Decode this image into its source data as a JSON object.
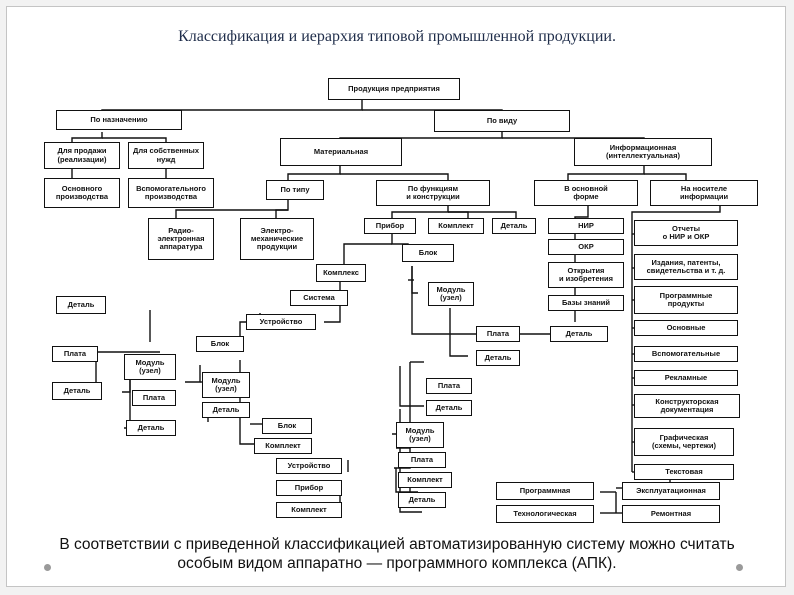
{
  "title": "Классификация и иерархия типовой промышленной продукции.",
  "caption": "В соответствии с приведенной классификацией автоматизированную систему можно считать особым видом аппаратно — программного комплекса (АПК).",
  "diagram": {
    "nodes": {
      "root": "Продукция предприятия",
      "purpose": "По назначению",
      "form": "По виду",
      "sale": "Для продажи\n(реализации)",
      "own": "Для собственных\nнужд",
      "main_prod": "Основного\nпроизводства",
      "aux_prod": "Вспомогательного\nпроизводства",
      "material": "Материальная",
      "info": "Информационная\n(интеллектуальная)",
      "by_type": "По типу",
      "by_func": "По функциям\nи конструкции",
      "basic_form": "В основной\nформе",
      "media": "На носителе\nинформации",
      "radio": "Радио-\nэлектронная\nаппаратура",
      "electro": "Электро-\nмеханические\nпродукции",
      "pribor": "Прибор",
      "komplekt": "Комплект",
      "detal_top": "Деталь",
      "nir": "НИР",
      "okr": "ОКР",
      "inventions": "Открытия\nи изобретения",
      "knowledge": "Базы знаний",
      "reports": "Отчеты\nо НИР и ОКР",
      "patents": "Издания, патенты,\nсвидетельства и т. д.",
      "software": "Программные\nпродукты",
      "blok_right": "Блок",
      "kompleks": "Комплекс",
      "module_right": "Модуль\n(узел)",
      "plata_right": "Плата",
      "detal_right": "Деталь",
      "detal_far": "Деталь",
      "sistema": "Система",
      "ustroystvo": "Устройство",
      "blok_mid": "Блок",
      "module_mid": "Модуль\n(узел)",
      "detal_mid": "Деталь",
      "detal_left": "Деталь",
      "plata_left": "Плата",
      "detal_left2": "Деталь",
      "module_left": "Модуль\n(узел)",
      "plata_left2": "Плата",
      "detal_left3": "Деталь",
      "plata_c1": "Плата",
      "detal_c1": "Деталь",
      "blok_low": "Блок",
      "komplekt_low": "Комплект",
      "ustroystvo_low": "Устройство",
      "pribor_low": "Прибор",
      "komplekt_low2": "Комплект",
      "module_low": "Модуль\n(узел)",
      "plata_low": "Плата",
      "komplekt_low3": "Комплект",
      "detal_low": "Деталь",
      "doc_main": "Основные",
      "doc_aux": "Вспомогательные",
      "doc_adv": "Рекламные",
      "doc_design": "Конструкторская\nдокументация",
      "doc_graphic": "Графическая\n(схемы, чертежи)",
      "doc_text": "Текстовая",
      "prog": "Программная",
      "tech": "Технологическая",
      "exploit": "Эксплуатационная",
      "repair": "Ремонтная"
    }
  }
}
